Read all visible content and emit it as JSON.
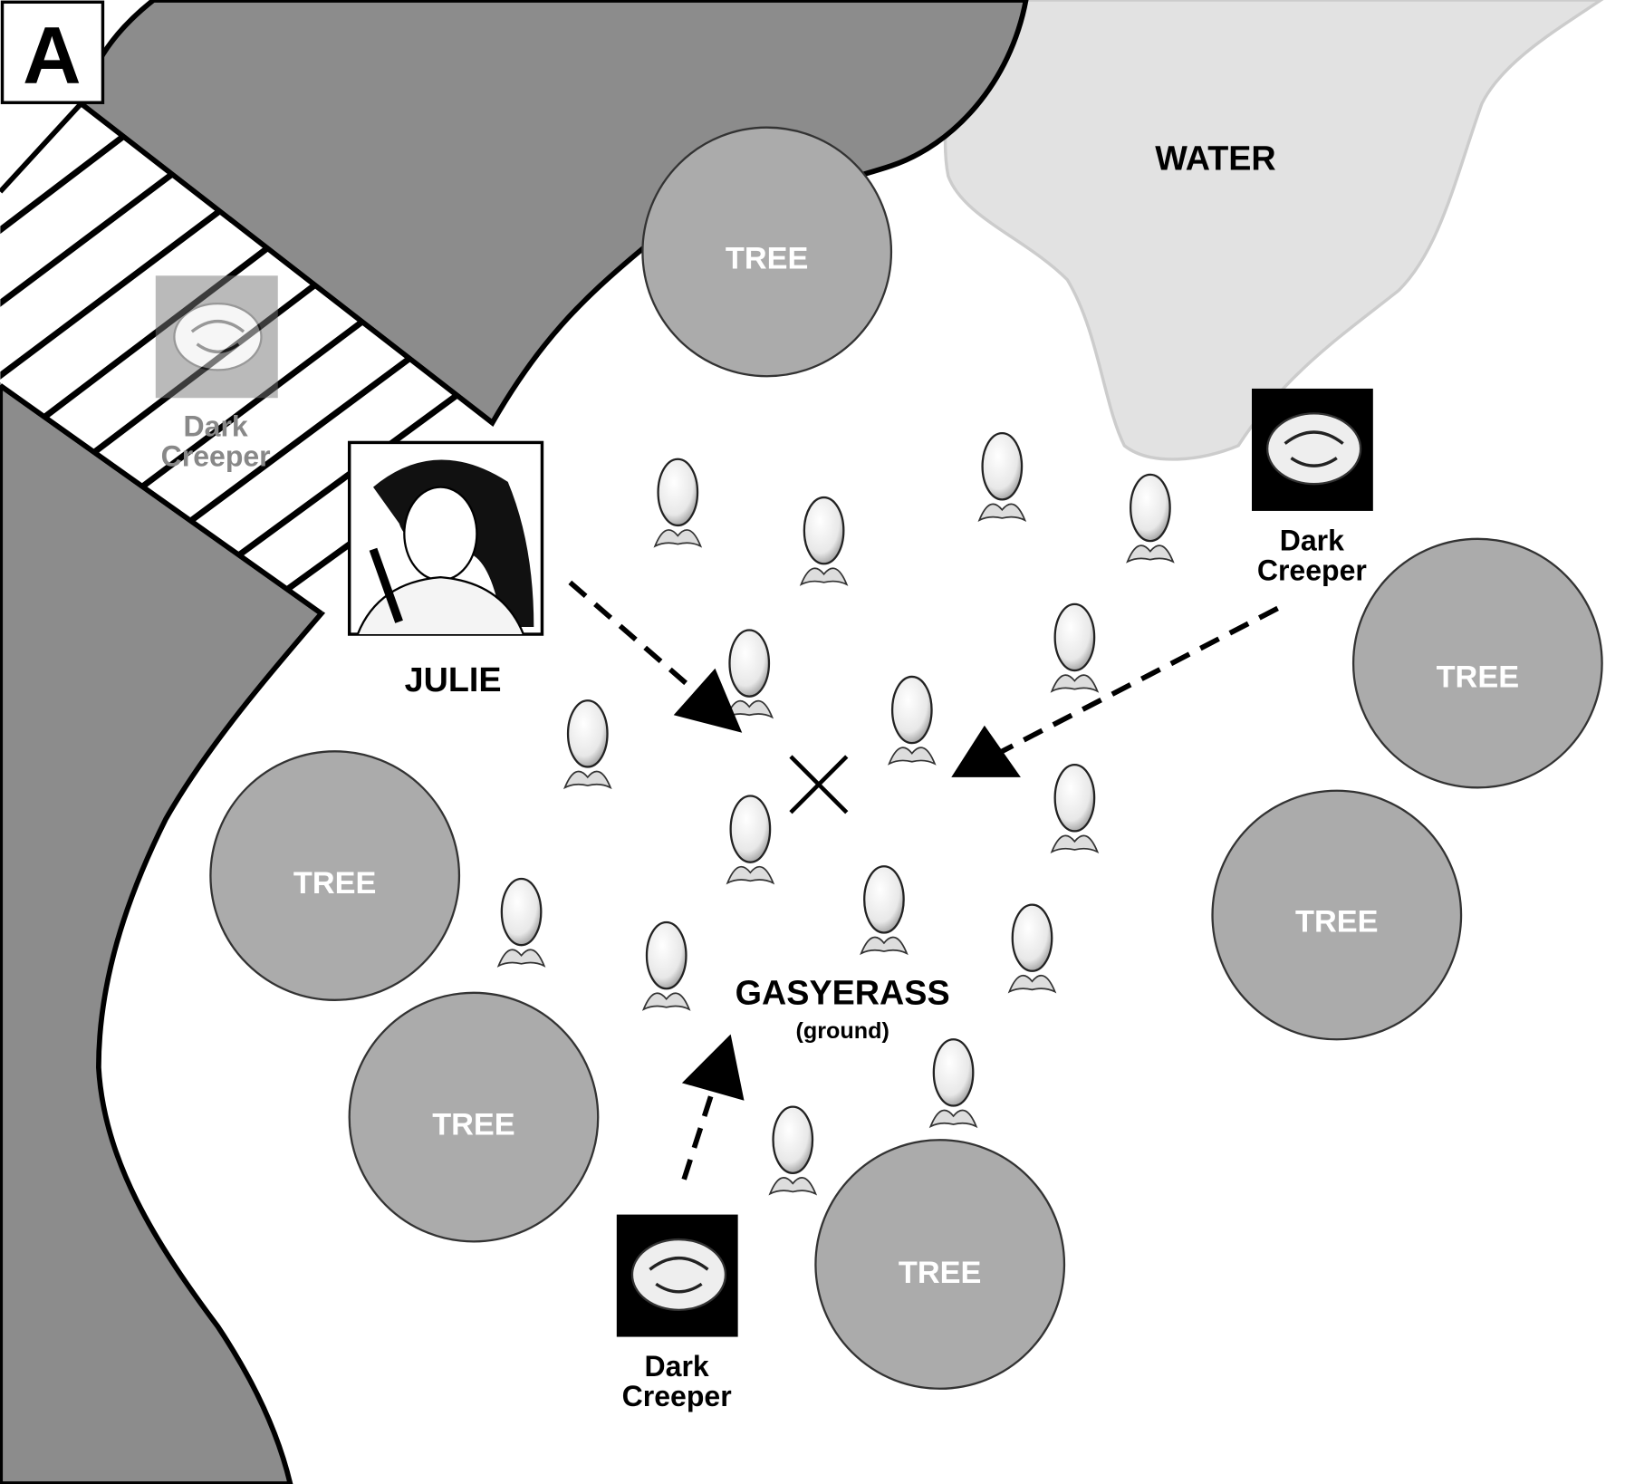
{
  "panel_label": "A",
  "water_label": "WATER",
  "tree_label": "TREE",
  "trees": [
    "TREE",
    "TREE",
    "TREE",
    "TREE",
    "TREE",
    "TREE"
  ],
  "julie": {
    "name": "JULIE"
  },
  "dark_creepers": [
    {
      "line1": "Dark",
      "line2": "Creeper",
      "state": "faded"
    },
    {
      "line1": "Dark",
      "line2": "Creeper",
      "state": "active"
    },
    {
      "line1": "Dark",
      "line2": "Creeper",
      "state": "active"
    }
  ],
  "gasyerass": {
    "name": "GASYERASS",
    "note": "(ground)"
  },
  "colors": {
    "cliff": "#8c8c8c",
    "water": "#e2e2e2",
    "tree": "#ababab",
    "ink": "#000000"
  }
}
